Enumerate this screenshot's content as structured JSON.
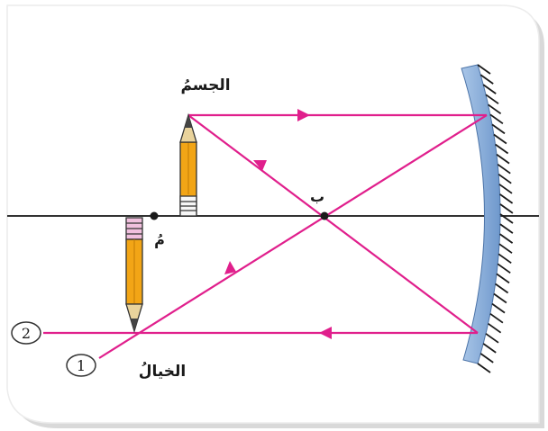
{
  "labels": {
    "object": "الجسمُ",
    "image": "الخيالُ",
    "focus": "ب",
    "center": "مُ",
    "ray_one": "1",
    "ray_two": "2"
  },
  "colors": {
    "ray": "#e01f8c",
    "axis": "#333333",
    "mirror_fill": "#7fa8d8",
    "mirror_hatch": "#1a1a1a",
    "pencil_body": "#f2a516",
    "pencil_tip": "#e9d39c",
    "frame_shadow": "#d4d4d4"
  },
  "icons": {
    "object": "pencil-upright-icon",
    "image": "pencil-inverted-icon",
    "mirror": "concave-mirror-icon",
    "ray_arrow": "arrowhead-icon"
  }
}
